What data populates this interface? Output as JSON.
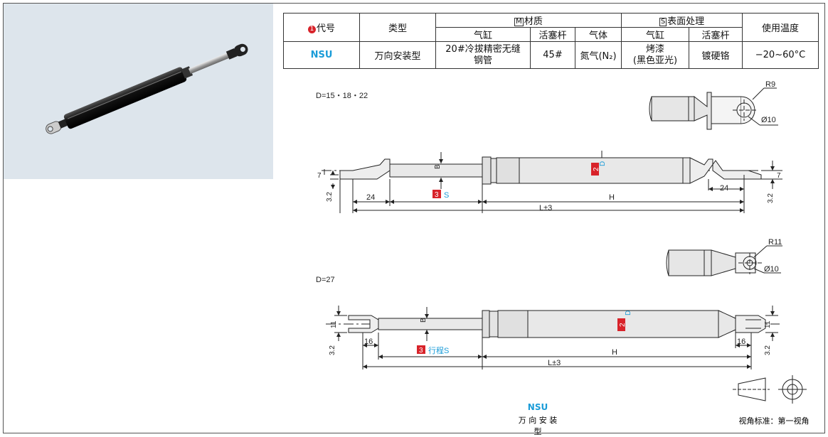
{
  "table": {
    "h_code": "代号",
    "h_code_num": "1",
    "h_type": "类型",
    "h_material": "材质",
    "h_material_mark": "M",
    "h_surface": "表面处理",
    "h_surface_mark": "S",
    "h_temp": "使用温度",
    "sub_cylinder": "气缸",
    "sub_rod": "活塞杆",
    "sub_gas": "气体",
    "sub_cylinder2": "气缸",
    "sub_rod2": "活塞杆",
    "row": {
      "code": "NSU",
      "type": "万向安装型",
      "cyl_mat_1": "20#冷拔精密无缝",
      "cyl_mat_2": "钢管",
      "rod_mat": "45#",
      "gas": "氮气(N₂)",
      "cyl_surf_1": "烤漆",
      "cyl_surf_2": "(黑色亚光)",
      "rod_surf": "镀硬铬",
      "temp": "−20~60°C"
    }
  },
  "drawing1": {
    "dia_note": "D=15・18・22",
    "r": "R9",
    "hole": "Ø10",
    "b": "B",
    "d": "D",
    "d_num": "2",
    "s_num": "3",
    "s": "S",
    "dim_24a": "24",
    "dim_24b": "24",
    "h": "H",
    "l": "L±3",
    "t32a": "3.2",
    "t32b": "3.2",
    "t7a": "7",
    "t7b": "7"
  },
  "drawing2": {
    "dia_note": "D=27",
    "r": "R11",
    "hole": "Ø10",
    "b": "B",
    "d": "D",
    "d_num": "2",
    "s_num": "3",
    "s": "行程S",
    "dim_16a": "16",
    "dim_16b": "16",
    "h": "H",
    "l": "L±3",
    "t11a": "11",
    "t11b": "11",
    "t32a": "3.2",
    "t32b": "3.2"
  },
  "caption": {
    "code": "NSU",
    "name": "万 向 安 装 型"
  },
  "view_note": "视角标准：第一视角"
}
